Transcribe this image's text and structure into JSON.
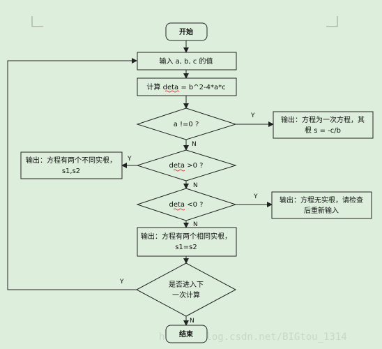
{
  "nodes": {
    "start": "开始",
    "input": "输入 a, b, c 的值",
    "calc": "计算 deta = b^2-4*a*c",
    "dec_a": "a !=0 ?",
    "out_linear": [
      "输出：方程为一次方程，其",
      "根 s = -c/b"
    ],
    "dec_gt": "deta >0 ?",
    "out_two": [
      "输出：方程有两个不同实根，",
      "s1,s2"
    ],
    "dec_lt": "deta <0 ?",
    "out_none": [
      "输出：方程无实根，请检查",
      "后重新输入"
    ],
    "out_equal": [
      "输出：方程有两个相同实根，",
      "s1=s2"
    ],
    "dec_next": [
      "是否进入下",
      "一次计算"
    ],
    "end": "结束"
  },
  "edge_labels": {
    "dec_a_yes": "Y",
    "dec_a_no": "N",
    "dec_gt_yes": "Y",
    "dec_gt_no": "N",
    "dec_lt_yes": "Y",
    "dec_lt_no": "N",
    "dec_next_yes": "Y",
    "dec_next_no": "N"
  },
  "watermark": "http://blog.csdn.net/BIGtou_1314"
}
